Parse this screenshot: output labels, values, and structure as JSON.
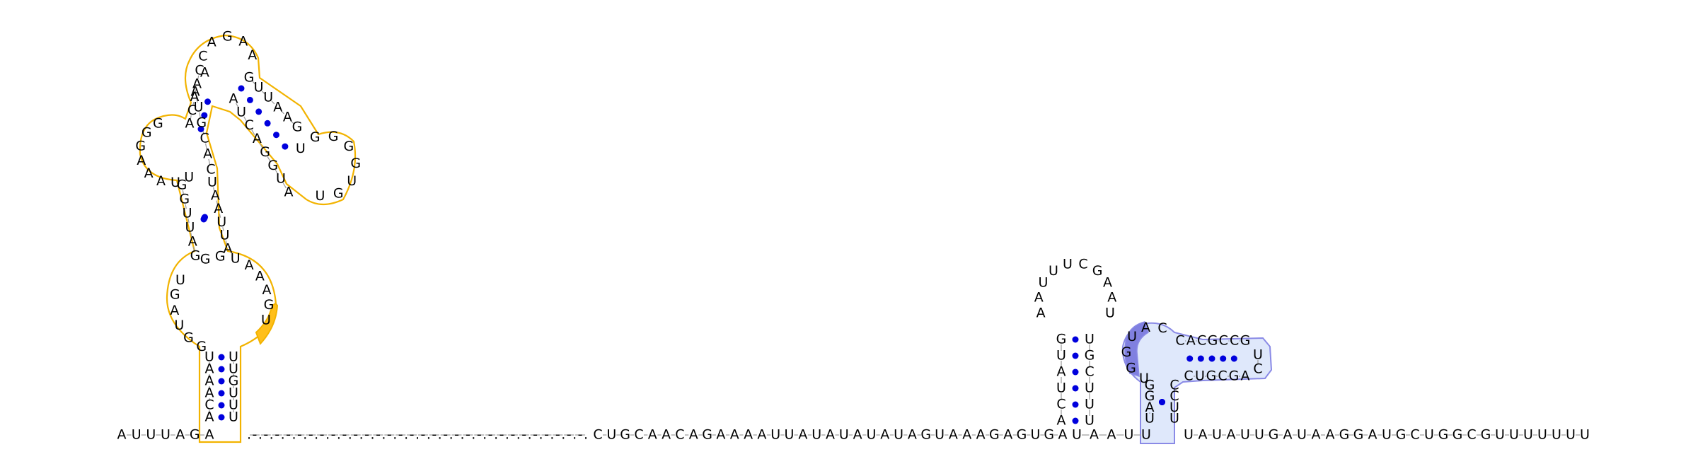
{
  "colors": {
    "background": "#ffffff",
    "nucleotide_text": "#000000",
    "backbone": "#9a9a9a",
    "base_pair": "#0000dd",
    "highlight_orange_outline": "#f2b300",
    "highlight_orange_fill": "#ffbf1a",
    "highlight_blue_outline": "#8a8ae6",
    "highlight_blue_fill": "#dfe8fb",
    "highlight_purple_fill": "#8080e0"
  },
  "structure": {
    "unpaired_5prime": "AUUUAGA",
    "orange_stem_left": "ACAAAU",
    "orange_stem_right": "UUGUUU",
    "internal_loop_left": "GGUAGU",
    "internal_loop_right": "GGUAAAGU",
    "helix2_left": "GAUUGG",
    "helix2_right": "AUUAAU",
    "multiloop_left": "UUAAAGGG",
    "multiloop_middle": "AUGCAC",
    "hairpin_loop_top": "ACAGAA",
    "hairpin_loop_top_stem": "CAGAA",
    "right_arm_5prime": "GUUAAG",
    "right_arm_loop": "UGGGGUGU",
    "right_arm_3prime": "AUGGACUA",
    "gap_linker": ".-.-.-.-.-.-.-.-.-.-.-.-.-.-.-.-.-.-.-.-.-.-.-.-.-.-.-.-.-.-.",
    "linker_sequence": "CUGCAACAGAAAAUUAUAUAUAUAGUAAAGAGUGA",
    "hairpin2_left": "ACUAUG",
    "hairpin2_loop": "AAUUUCGAAU",
    "hairpin2_right": "UGCUUU",
    "middle_linker": "UAAUU",
    "blue_stem_left": "UAGG",
    "blue_loop": "UGGUAC",
    "blue_helix_top": "CACGCCG",
    "blue_helix_loop": "UC",
    "blue_helix_bottom": "AGCGUC",
    "blue_stem_right": "CCUU",
    "unpaired_3prime": "UAUAUUGAUAAGGAUGCUGGCGUUUUUUU"
  }
}
